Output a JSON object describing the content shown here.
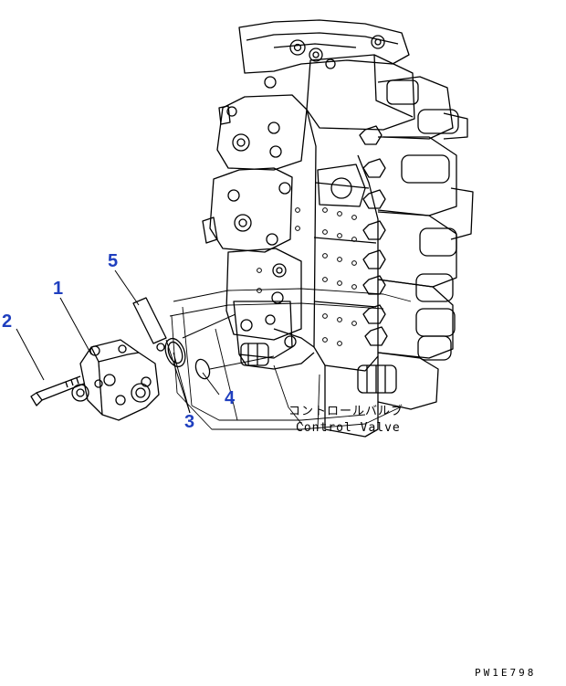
{
  "callouts": {
    "c1": "1",
    "c2": "2",
    "c3": "3",
    "c4": "4",
    "c5": "5"
  },
  "caption": {
    "japanese": "コントロールバルブ",
    "english": "Control Valve"
  },
  "drawing_code": "PW1E798",
  "colors": {
    "line": "#000000",
    "callout": "#1f3fbf",
    "background": "#ffffff"
  }
}
